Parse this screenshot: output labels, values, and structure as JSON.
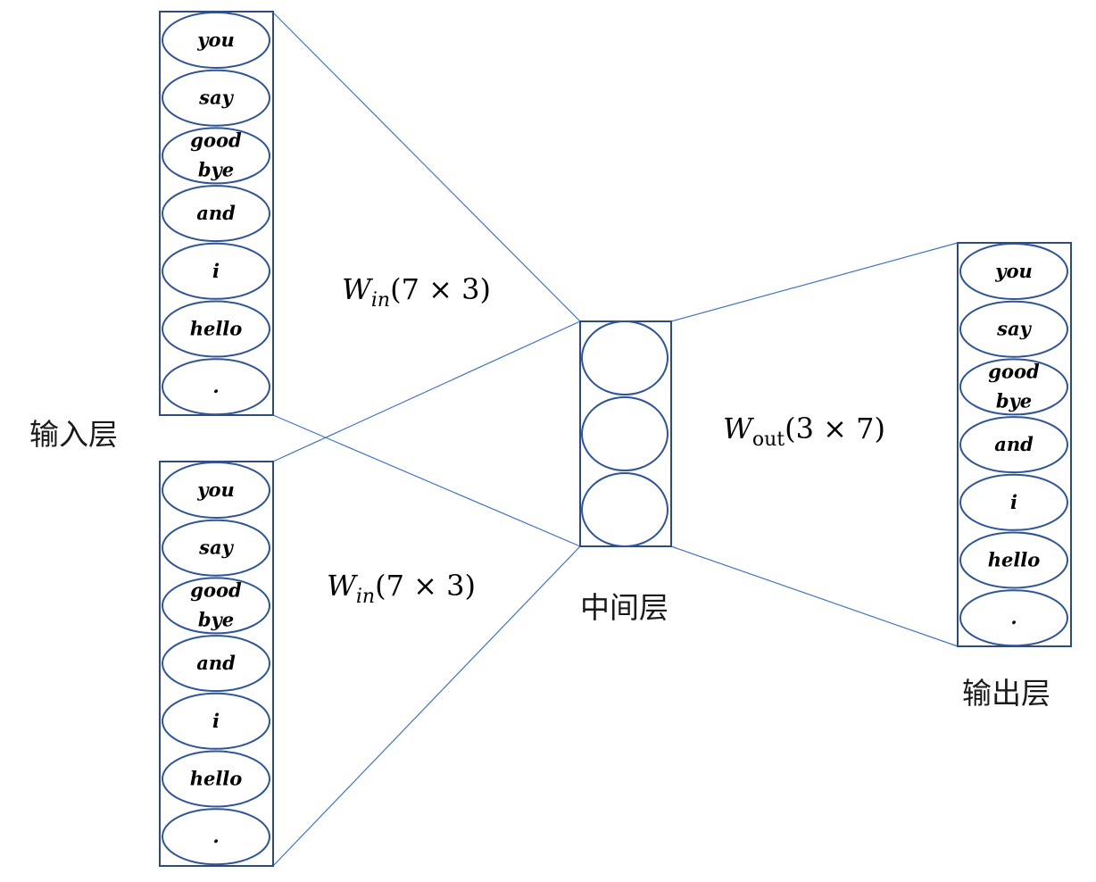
{
  "labels": {
    "input_layer": "输入层",
    "hidden_layer": "中间层",
    "output_layer": "输出层"
  },
  "weights": {
    "w_in_top": {
      "symbol": "W",
      "subscript": "in",
      "dims": "(7 × 3)"
    },
    "w_in_bottom": {
      "symbol": "W",
      "subscript": "in",
      "dims": "(7 × 3)"
    },
    "w_out": {
      "symbol": "W",
      "subscript": "out",
      "dims": "(3 × 7)"
    }
  },
  "input_top_nodes": [
    "you",
    "say",
    "good bye",
    "and",
    "i",
    "hello",
    "."
  ],
  "input_bottom_nodes": [
    "you",
    "say",
    "good bye",
    "and",
    "i",
    "hello",
    "."
  ],
  "output_nodes": [
    "you",
    "say",
    "good bye",
    "and",
    "i",
    "hello",
    "."
  ],
  "hidden_node_count": 3,
  "colors": {
    "box_stroke": "#2f4a7f",
    "node_stroke": "#2f5597",
    "line": "#4472c4"
  }
}
